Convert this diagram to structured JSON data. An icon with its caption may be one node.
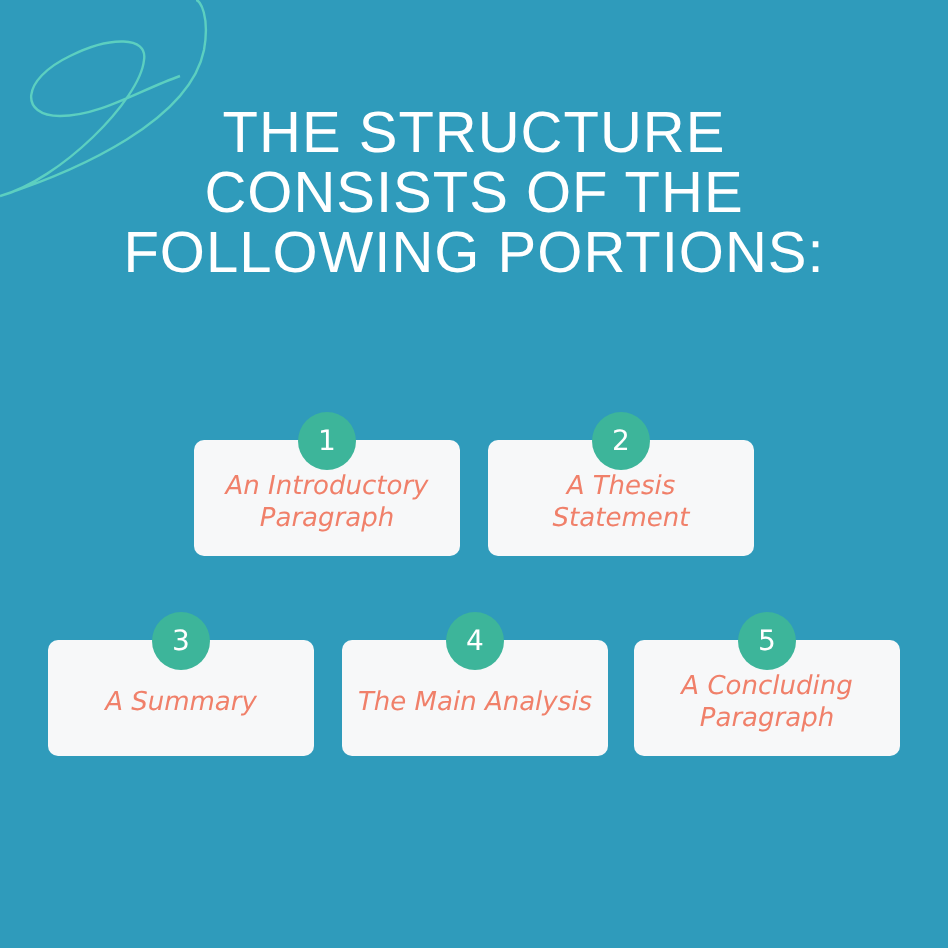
{
  "diagram": {
    "title": "THE STRUCTURE CONSISTS OF THE FOLLOWING PORTIONS:",
    "nodes": [
      {
        "text": [
          "1",
          "An Introductory Paragraph"
        ]
      },
      {
        "text": [
          "2",
          "A Thesis Statement"
        ]
      },
      {
        "text": [
          "3",
          "A Summary"
        ]
      },
      {
        "text": [
          "4",
          "The Main Analysis"
        ]
      },
      {
        "text": [
          "5",
          "A Concluding Paragraph"
        ]
      }
    ]
  }
}
